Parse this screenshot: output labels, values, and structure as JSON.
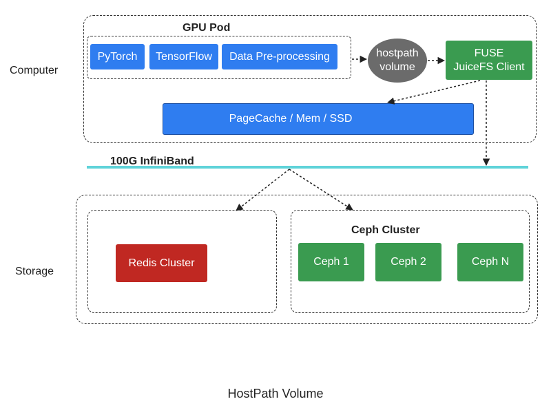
{
  "labels": {
    "computer": "Computer",
    "storage": "Storage",
    "gpu_pod": "GPU Pod",
    "network": "100G InfiniBand",
    "ceph_cluster": "Ceph Cluster",
    "caption": "HostPath Volume"
  },
  "frameworks": [
    "PyTorch",
    "TensorFlow",
    "Data Pre-processing"
  ],
  "hostpath": [
    "hostpath",
    "volume"
  ],
  "fuse": [
    "FUSE",
    "JuiceFS Client"
  ],
  "pagecache": "PageCache / Mem / SSD",
  "redis": "Redis  Cluster",
  "ceph_nodes": [
    "Ceph 1",
    "Ceph 2",
    "Ceph N"
  ],
  "colors": {
    "blue": "#2f7df0",
    "green": "#3a9b50",
    "red": "#c02822",
    "gray": "#6b6b6b",
    "infiniband": "#5fd3d9"
  }
}
